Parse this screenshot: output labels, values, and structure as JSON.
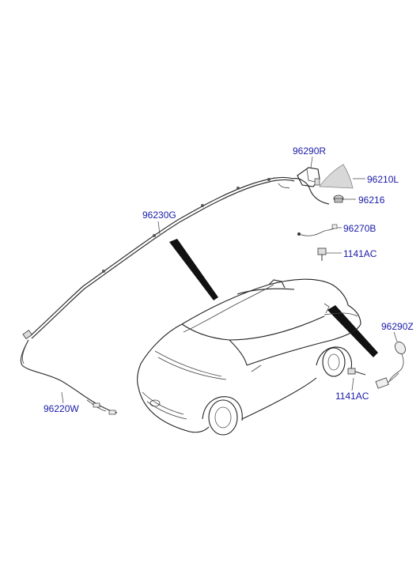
{
  "diagram": {
    "labels": {
      "l96290R": "96290R",
      "l96210L": "96210L",
      "l96216": "96216",
      "l96230G": "96230G",
      "l96270B": "96270B",
      "l1141AC_top": "1141AC",
      "l96290Z": "96290Z",
      "l96220W": "96220W",
      "l1141AC_bottom": "1141AC"
    },
    "colors": {
      "label": "#1a1aa8",
      "line": "#333333"
    }
  }
}
